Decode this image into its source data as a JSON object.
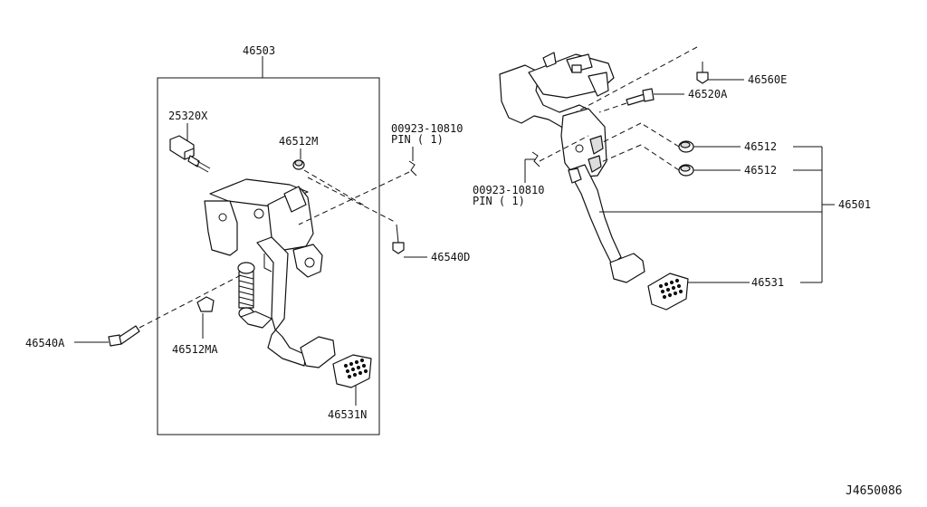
{
  "labels": {
    "assy_left": "46503",
    "switch": "25320X",
    "bushing_m": "46512M",
    "pin_code_left": "00923-10810",
    "pin_text_left": "PIN ( 1)",
    "bolt_d": "46540D",
    "bolt_a": "46540A",
    "bushing_ma": "46512MA",
    "pad_left": "46531N",
    "bolt_e": "46560E",
    "bolt_520a": "46520A",
    "bushing_1": "46512",
    "bushing_2": "46512",
    "pin_code_right": "00923-10810",
    "pin_text_right": "PIN ( 1)",
    "assy_right": "46501",
    "pad_right": "46531",
    "diagram_id": "J4650086"
  }
}
